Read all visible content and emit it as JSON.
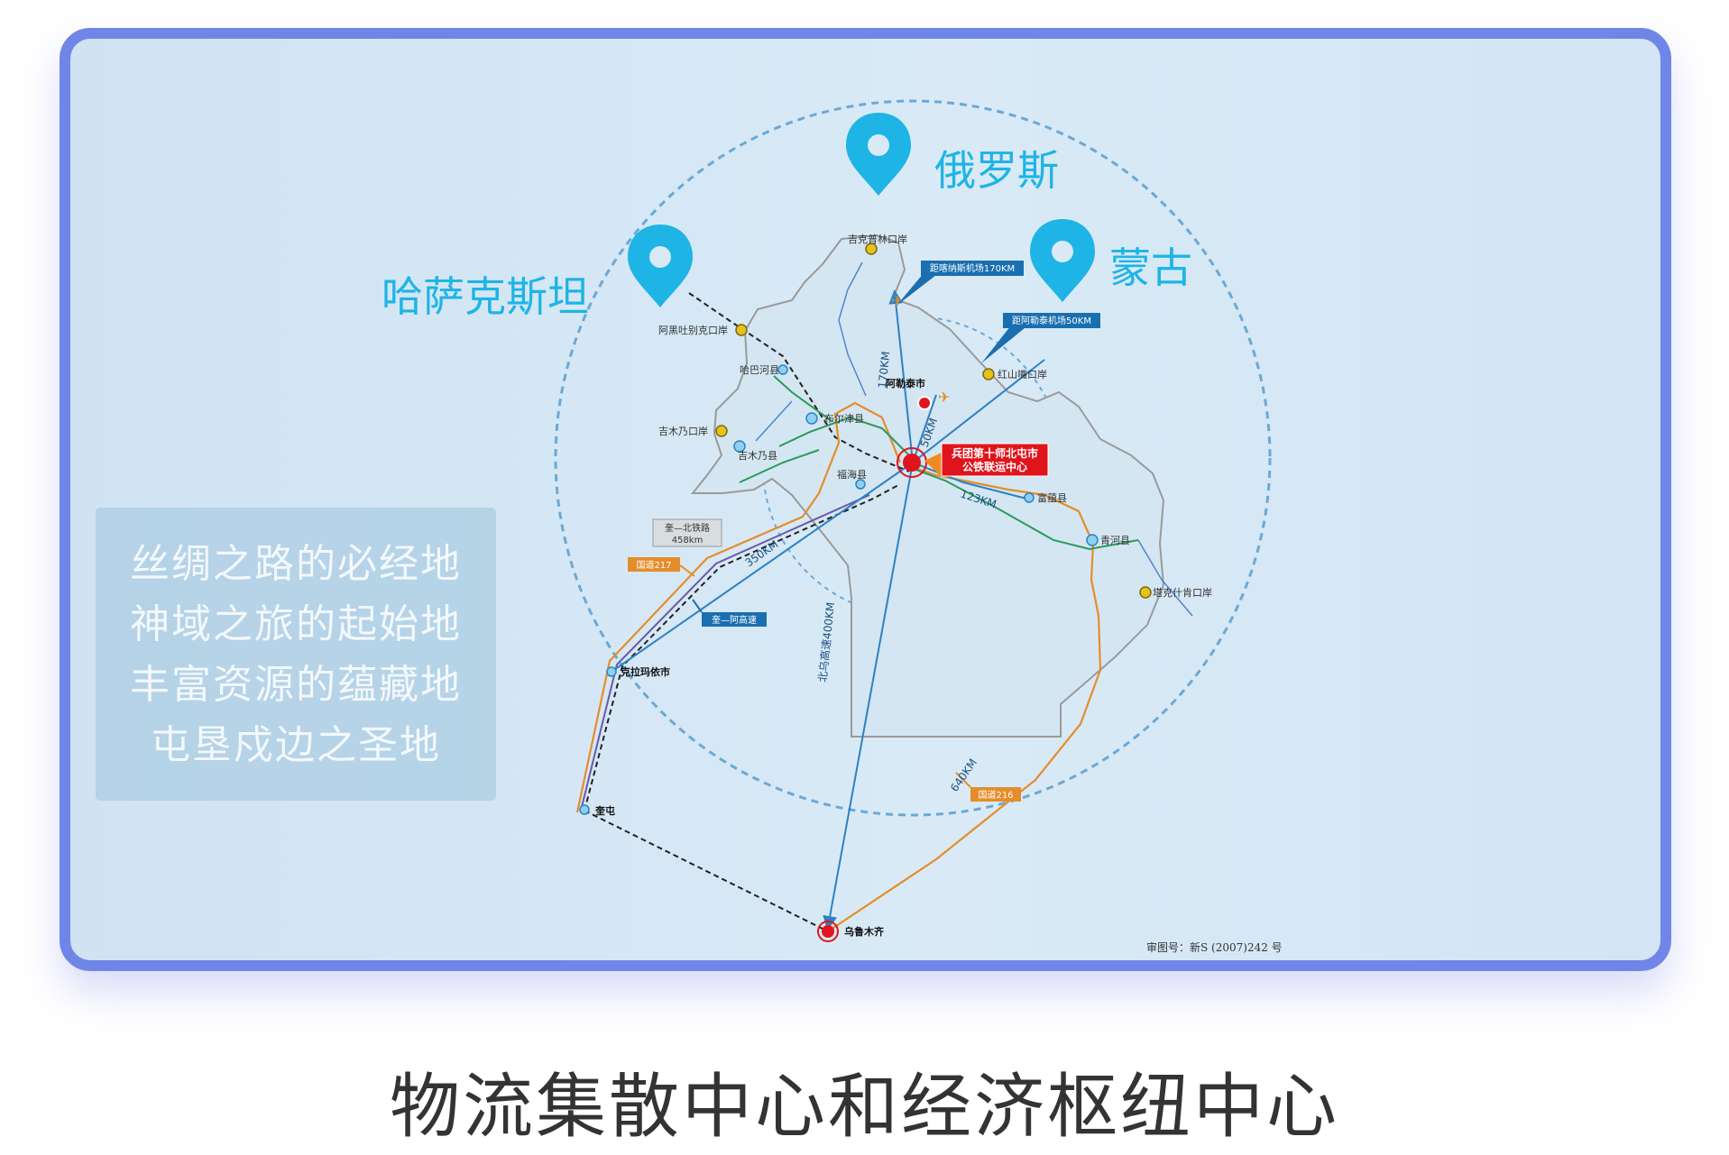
{
  "countries": {
    "russia": "俄罗斯",
    "kazakhstan": "哈萨克斯坦",
    "mongolia": "蒙古"
  },
  "slogans": [
    "丝绸之路的必经地",
    "神域之旅的起始地",
    "丰富资源的蕴藏地",
    "屯垦戍边之圣地"
  ],
  "places": {
    "jikepulin": "吉克普林口岸",
    "aheitubieke": "阿黑吐别克口岸",
    "habahe": "哈巴河县",
    "jimunai_port": "吉木乃口岸",
    "jimunai": "吉木乃县",
    "buerjin": "布尔津县",
    "altay": "阿勒泰市",
    "hongshanzui": "红山嘴口岸",
    "fuhai": "福海县",
    "fuyun": "富蕴县",
    "qinghe": "青河县",
    "takeshiken": "塔克什肯口岸",
    "karamay": "克拉玛依市",
    "kuitun": "奎屯",
    "urumqi": "乌鲁木齐",
    "center_line1": "兵团第十师北屯市",
    "center_line2": "公铁联运中心"
  },
  "callouts": {
    "kanas_airport": "距喀纳斯机场170KM",
    "altay_airport": "距阿勒泰机场50KM",
    "railway": "奎—北铁路",
    "railway_len": "458km",
    "g217": "国道217",
    "expressway": "奎—阿高速",
    "g216": "国道216"
  },
  "distances": {
    "d170": "170KM",
    "d50": "50KM",
    "d123": "123KM",
    "d350": "350KM",
    "d400": "北乌高速400KM",
    "d640": "640KM"
  },
  "approval_no": "审图号：新S (2007)242 号",
  "caption": "物流集散中心和经济枢纽中心",
  "colors": {
    "frame_border": "#6f86e8",
    "country_label": "#1eb4e6",
    "center_box": "#e0141c",
    "route_blue": "#2b82c4",
    "route_orange": "#e48d2a",
    "route_green": "#2a9a5a"
  }
}
